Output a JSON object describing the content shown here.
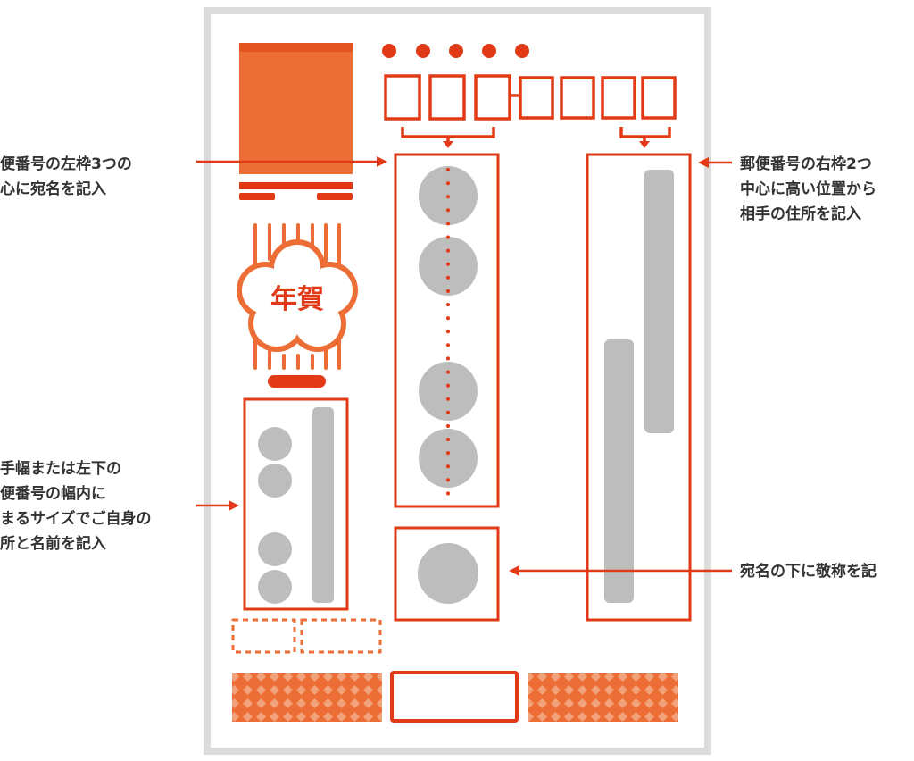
{
  "colors": {
    "red": "#e23a17",
    "orange": "#ec6e36",
    "gray": "#bdbdbd",
    "frame": "#dcdcdc",
    "text": "#333333"
  },
  "stamp": {
    "text": "年賀"
  },
  "labels": {
    "left_top": [
      "便番号の左枠3つの",
      "心に宛名を記入"
    ],
    "left_bottom": [
      "手幅または左下の",
      "便番号の幅内に",
      "まるサイズでご自身の",
      "所と名前を記入"
    ],
    "right_top": [
      "郵便番号の右枠2つ",
      "中心に高い位置から",
      "相手の住所を記入"
    ],
    "right_bottom": [
      "宛名の下に敬称を記"
    ]
  }
}
